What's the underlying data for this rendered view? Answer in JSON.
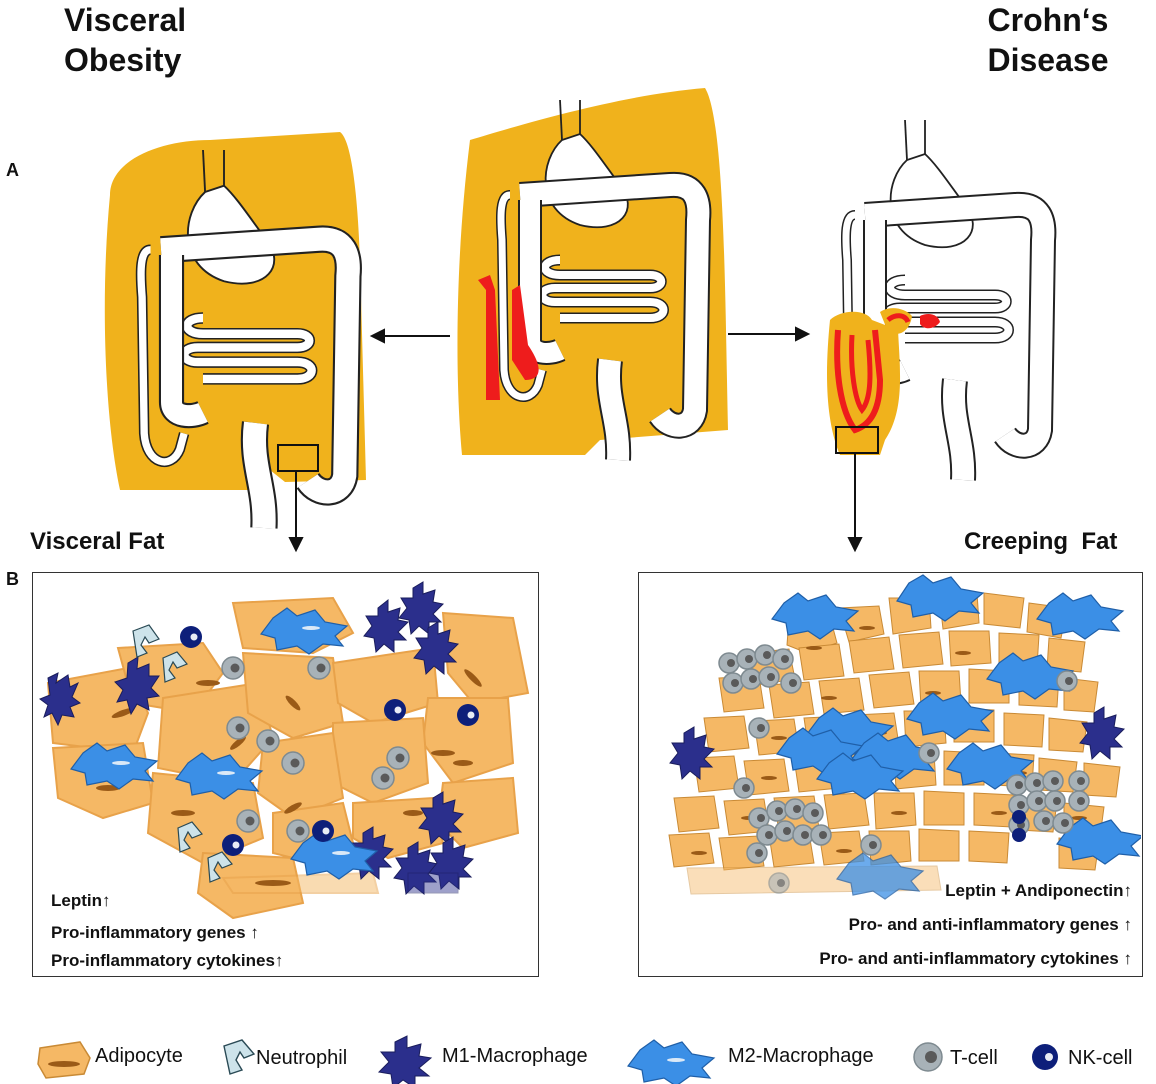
{
  "headings": {
    "left_title_line1": "Visceral",
    "left_title_line2": "Obesity",
    "right_title_line1": "Crohn‘s",
    "right_title_line2": "Disease",
    "panel_a": "A",
    "panel_b": "B",
    "left_sub": "Visceral Fat",
    "right_sub": "Creeping  Fat"
  },
  "left_panel": {
    "line1": "Leptin",
    "line1_arrow": "↑",
    "line2": "Pro-inflammatory genes ",
    "line2_arrow": "↑",
    "line3": "Pro-inflammatory cytokines",
    "line3_arrow": "↑"
  },
  "right_panel": {
    "line1": "Leptin + Andiponectin",
    "line1_arrow": "↑",
    "line2": "Pro- and anti-inflammatory genes ",
    "line2_arrow": "↑",
    "line3": "Pro- and anti-inflammatory cytokines ",
    "line3_arrow": "↑"
  },
  "legend": [
    {
      "key": "adipocyte",
      "label": "Adipocyte"
    },
    {
      "key": "neutrophil",
      "label": "Neutrophil"
    },
    {
      "key": "m1",
      "label": "M1-Macrophage"
    },
    {
      "key": "m2",
      "label": "M2-Macrophage"
    },
    {
      "key": "tcell",
      "label": "T-cell"
    },
    {
      "key": "nkcell",
      "label": "NK-cell"
    }
  ],
  "colors": {
    "fat": "#f0b21c",
    "adipocyte": "#f5b865",
    "adipocyte_nucleus": "#9a5a17",
    "inflammation": "#ee1c1c",
    "m1": "#2b2f8c",
    "m2": "#3b8fe6",
    "tcell": "#a8b2b8",
    "tcell_nucleus": "#5a5a5a",
    "nkcell": "#0d1f7a",
    "neutrophil": "#cde3ea"
  }
}
